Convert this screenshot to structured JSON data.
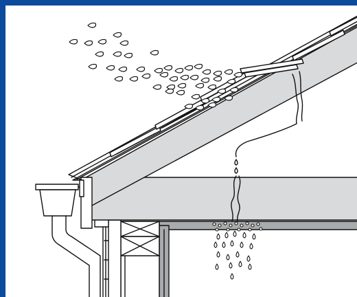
{
  "diagram": {
    "subject": "roof-leak-cross-section",
    "colors": {
      "border": "#0b4a9c",
      "background": "#ffffff",
      "wood": "#d9dadb",
      "ceiling": "#a9abad",
      "line": "#111111"
    },
    "components": [
      "wind-driven-rain",
      "roof-shingles",
      "roof-sheathing",
      "rafter",
      "ceiling-joist",
      "gutter",
      "downspout",
      "wall-top-plate",
      "wall-insulation",
      "interior-wall",
      "ceiling-drywall",
      "water-leak-path",
      "ceiling-drips"
    ]
  }
}
